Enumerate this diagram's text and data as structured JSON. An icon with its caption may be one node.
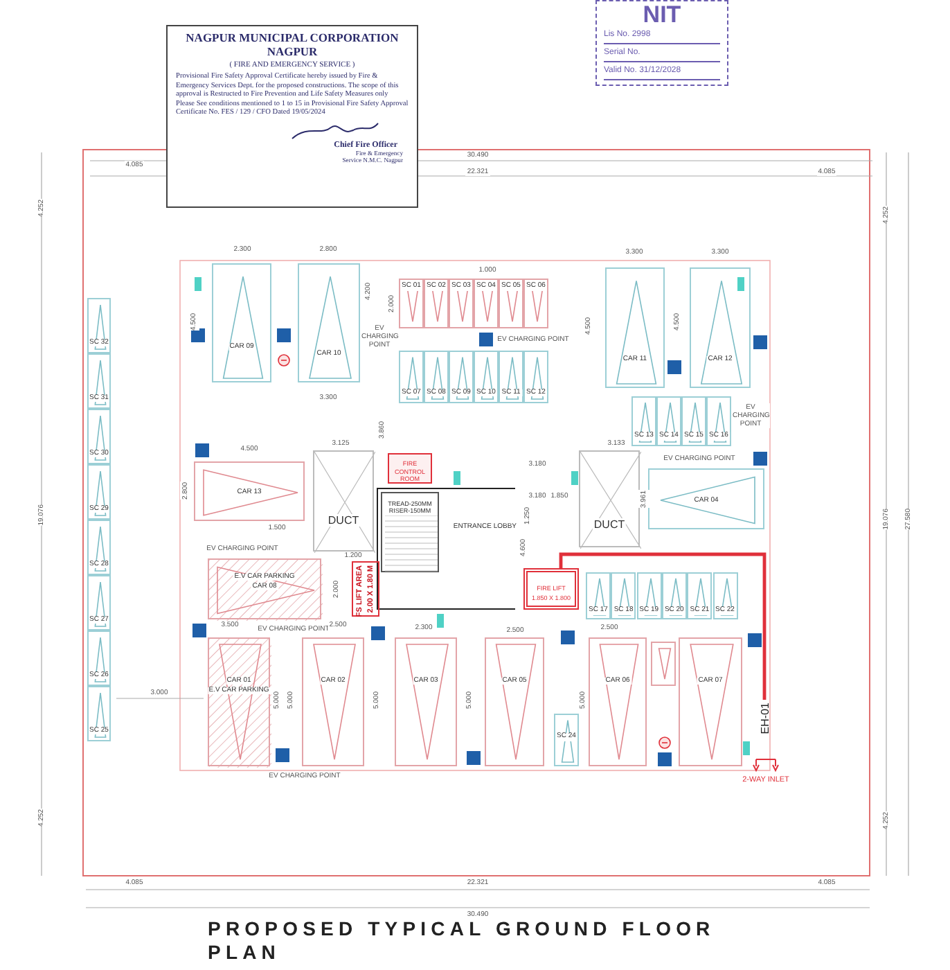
{
  "diagram": {
    "title": "PROPOSED TYPICAL GROUND FLOOR PLAN",
    "nodes": [
      {
        "text": [
          "NAGPUR MUNICIPAL CORPORATION NAGPUR",
          "( FIRE AND EMERGENCY SERVICE )",
          "Provisional Fire Safety Approval Certificate hereby issued by Fire & Emergency Services Dept. for the proposed constructions. The scope of this approval is Restructed to Fire Prevention and Life Safety Measures only",
          "Please See conditions mentioned to 1 to 15 in Provisional Fire Safety Approval Certificate No. FES / 129 / CFO Dated 19/05/2024",
          "Chief Fire Officer",
          "Fire & Emergency Service N.M.C. Nagpur"
        ]
      },
      {
        "text": [
          "NIT",
          "Lis No. 2998",
          "Serial No.",
          "Valid No. 31/12/2028"
        ]
      },
      {
        "text": [
          "SC 32"
        ]
      },
      {
        "text": [
          "SC 31"
        ]
      },
      {
        "text": [
          "SC 30"
        ]
      },
      {
        "text": [
          "SC 29"
        ]
      },
      {
        "text": [
          "SC 28"
        ]
      },
      {
        "text": [
          "SC 27"
        ]
      },
      {
        "text": [
          "SC 26"
        ]
      },
      {
        "text": [
          "SC 25"
        ]
      },
      {
        "text": [
          "CAR 09"
        ]
      },
      {
        "text": [
          "CAR 10"
        ]
      },
      {
        "text": [
          "SC 01"
        ]
      },
      {
        "text": [
          "SC 02"
        ]
      },
      {
        "text": [
          "SC 03"
        ]
      },
      {
        "text": [
          "SC 04"
        ]
      },
      {
        "text": [
          "SC 05"
        ]
      },
      {
        "text": [
          "SC 06"
        ]
      },
      {
        "text": [
          "SC 07"
        ]
      },
      {
        "text": [
          "SC 08"
        ]
      },
      {
        "text": [
          "SC 09"
        ]
      },
      {
        "text": [
          "SC 10"
        ]
      },
      {
        "text": [
          "SC 11"
        ]
      },
      {
        "text": [
          "SC 12"
        ]
      },
      {
        "text": [
          "CAR 11"
        ]
      },
      {
        "text": [
          "CAR 12"
        ]
      },
      {
        "text": [
          "SC 13"
        ]
      },
      {
        "text": [
          "SC 14"
        ]
      },
      {
        "text": [
          "SC 15"
        ]
      },
      {
        "text": [
          "SC 16"
        ]
      },
      {
        "text": [
          "CAR 13"
        ]
      },
      {
        "text": [
          "DUCT"
        ]
      },
      {
        "text": [
          "FIRE CONTROL ROOM"
        ]
      },
      {
        "text": [
          "ENTRANCE LOBBY"
        ]
      },
      {
        "text": [
          "TREAD-250MM RISER-150MM"
        ],
        "in": 33
      },
      {
        "text": [
          "DUCT"
        ]
      },
      {
        "text": [
          "CAR 04"
        ]
      },
      {
        "text": [
          "FS LIFT AREA",
          "2.00 X 1.80 M"
        ]
      },
      {
        "text": [
          "E.V CAR PARKING",
          "CAR 08"
        ]
      },
      {
        "text": [
          "FIRE LIFT",
          "1.850 X 1.800"
        ]
      },
      {
        "text": [
          "SC 17"
        ]
      },
      {
        "text": [
          "SC 18"
        ]
      },
      {
        "text": [
          "SC 19"
        ]
      },
      {
        "text": [
          "SC 20"
        ]
      },
      {
        "text": [
          "SC 21"
        ]
      },
      {
        "text": [
          "SC 22"
        ]
      },
      {
        "text": [
          "CAR 01",
          "E.V CAR PARKING"
        ]
      },
      {
        "text": [
          "CAR 02"
        ]
      },
      {
        "text": [
          "CAR 03"
        ]
      },
      {
        "text": [
          "CAR 05"
        ]
      },
      {
        "text": [
          "SC 24"
        ]
      },
      {
        "text": [
          "CAR 06"
        ]
      },
      {
        "text": [],
        "shape": "box"
      },
      {
        "text": [
          "CAR 07"
        ]
      },
      {
        "text": [
          "EH-01"
        ]
      }
    ],
    "edges": [
      {
        "from": 39,
        "to": 54,
        "arrow": "none",
        "color": "#e0303a"
      }
    ],
    "labels": [
      "30.490",
      "4.085",
      "22.321",
      "4.085",
      "4.252",
      "4.252",
      "2.300",
      "2.800",
      "3.300",
      "3.300",
      "1.000",
      "4.200",
      "2.000",
      "4.500",
      "EV CHARGING POINT",
      "EV CHARGING POINT",
      "4.500",
      "4.500",
      "3.300",
      "EV CHARGING POINT",
      "4.500",
      "3.125",
      "3.860",
      "3.180",
      "3.133",
      "EV CHARGING POINT",
      "2.800",
      "3.180",
      "1.850",
      "3.961",
      "19.076",
      "1.500",
      "1.250",
      "19.076",
      "27.580",
      "EV CHARGING POINT",
      "1.200",
      "4.600",
      "2.000",
      "3.500",
      "EV CHARGING POINT",
      "2.500",
      "2.300",
      "2.500",
      "2.500",
      "3.000",
      "5.000",
      "5.000",
      "5.000",
      "5.000",
      "5.000",
      "EV CHARGING POINT",
      "2-WAY INLET",
      "4.252",
      "4.252",
      "4.085",
      "22.321",
      "4.085",
      "30.490"
    ]
  }
}
